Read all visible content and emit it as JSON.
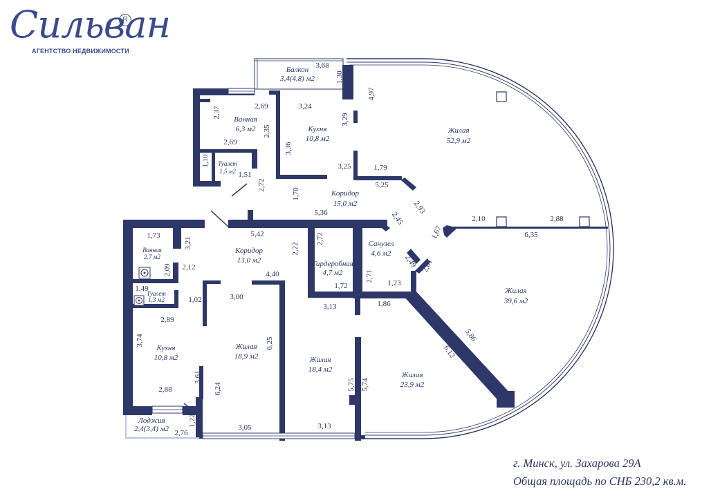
{
  "logo": {
    "name": "Сильван",
    "registered": "R",
    "subtitle": "АГЕНТСТВО НЕДВИЖИМОСТИ"
  },
  "address": {
    "line1": "г. Минск, ул. Захарова 29А",
    "line2": "Общая площадь по СНБ 230,2 кв.м."
  },
  "colors": {
    "wall": "#2e3868",
    "text": "#2c3563",
    "logo": "#3a4a8c"
  },
  "rooms": [
    {
      "id": "balcony",
      "name": "Балкон",
      "area": "3,4(4,8) м2"
    },
    {
      "id": "bath-top",
      "name": "Ванная",
      "area": "6,3 м2"
    },
    {
      "id": "kitchen-top",
      "name": "Кухня",
      "area": "10,8 м2"
    },
    {
      "id": "living-big",
      "name": "Жилая",
      "area": "52,9 м2"
    },
    {
      "id": "toilet-top",
      "name": "Туалет",
      "area": "1,5 м2"
    },
    {
      "id": "corridor-top",
      "name": "Коридор",
      "area": "15,0 м2"
    },
    {
      "id": "bath-left",
      "name": "Ванная",
      "area": "2,7 м2"
    },
    {
      "id": "corridor-left",
      "name": "Коридор",
      "area": "13,0 м2"
    },
    {
      "id": "wardrobe",
      "name": "Гардеробная",
      "area": "4,7 м2"
    },
    {
      "id": "wc",
      "name": "Санузел",
      "area": "4,6 м2"
    },
    {
      "id": "toilet-left",
      "name": "Туалет",
      "area": "1,3 м2"
    },
    {
      "id": "living-right",
      "name": "Жилая",
      "area": "39,6 м2"
    },
    {
      "id": "kitchen-left",
      "name": "Кухня",
      "area": "10,8 м2"
    },
    {
      "id": "living-a",
      "name": "Жилая",
      "area": "18,9 м2"
    },
    {
      "id": "living-b",
      "name": "Жилая",
      "area": "18,4 м2"
    },
    {
      "id": "living-c",
      "name": "Жилая",
      "area": "23,9 м2"
    },
    {
      "id": "loggia",
      "name": "Лоджия",
      "area": "2,4(3,4) м2"
    }
  ],
  "dimensions": [
    "3,68",
    "1,30",
    "4,97",
    "2,37",
    "2,69",
    "3,24",
    "2,35",
    "3,29",
    "3,36",
    "2,69",
    "1,10",
    "1,51",
    "3,25",
    "1,79",
    "2,72",
    "1,70",
    "5,25",
    "2,93",
    "5,36",
    "2,45",
    "2,10",
    "2,88",
    "1,67",
    "6,35",
    "1,73",
    "3,21",
    "5,42",
    "2,22",
    "2,72",
    "2,49",
    "2,61",
    "2,09",
    "2,12",
    "1,49",
    "1,02",
    "3,00",
    "4,40",
    "1,72",
    "2,71",
    "1,23",
    "1,86",
    "3,13",
    "2,89",
    "5,86",
    "3,74",
    "6,25",
    "6,12",
    "3,61",
    "2,88",
    "6,24",
    "5,75",
    "5,74",
    "1,22",
    "2,76",
    "3,05",
    "3,13"
  ]
}
